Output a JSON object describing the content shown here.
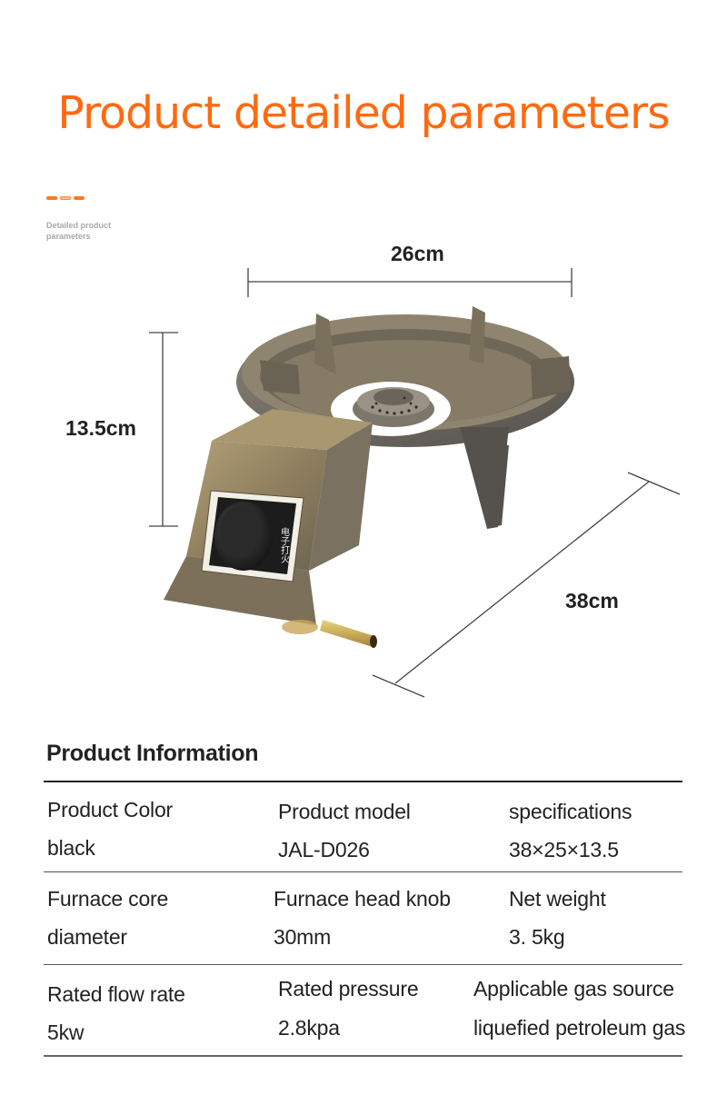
{
  "header": {
    "title": "Product detailed parameters",
    "subcaption": "Detailed product parameters",
    "accent_color": "#ff6a10",
    "decoration_icon": "triple-dash-icon"
  },
  "diagram": {
    "product_image_alt": "cast iron single-burner gas stove with ignition knob",
    "ignition_label": "电子打火",
    "dimensions": {
      "width": "26cm",
      "height": "13.5cm",
      "depth": "38cm"
    }
  },
  "product_info": {
    "heading": "Product Information",
    "rows": [
      {
        "cells": [
          {
            "label": "Product Color",
            "value": "black"
          },
          {
            "label": "Product model",
            "value": "JAL-D026"
          },
          {
            "label": "specifications",
            "value": "38×25×13.5"
          }
        ]
      },
      {
        "cells": [
          {
            "label": "Furnace core",
            "value": "diameter"
          },
          {
            "label": "Furnace head knob",
            "value": "30mm"
          },
          {
            "label": "Net weight",
            "value": "3. 5kg"
          }
        ]
      },
      {
        "cells": [
          {
            "label": "Rated flow rate",
            "value": "5kw"
          },
          {
            "label": "Rated pressure",
            "value": "2.8kpa"
          },
          {
            "label": "Applicable gas source",
            "value": "liquefied petroleum gas"
          }
        ]
      }
    ]
  }
}
